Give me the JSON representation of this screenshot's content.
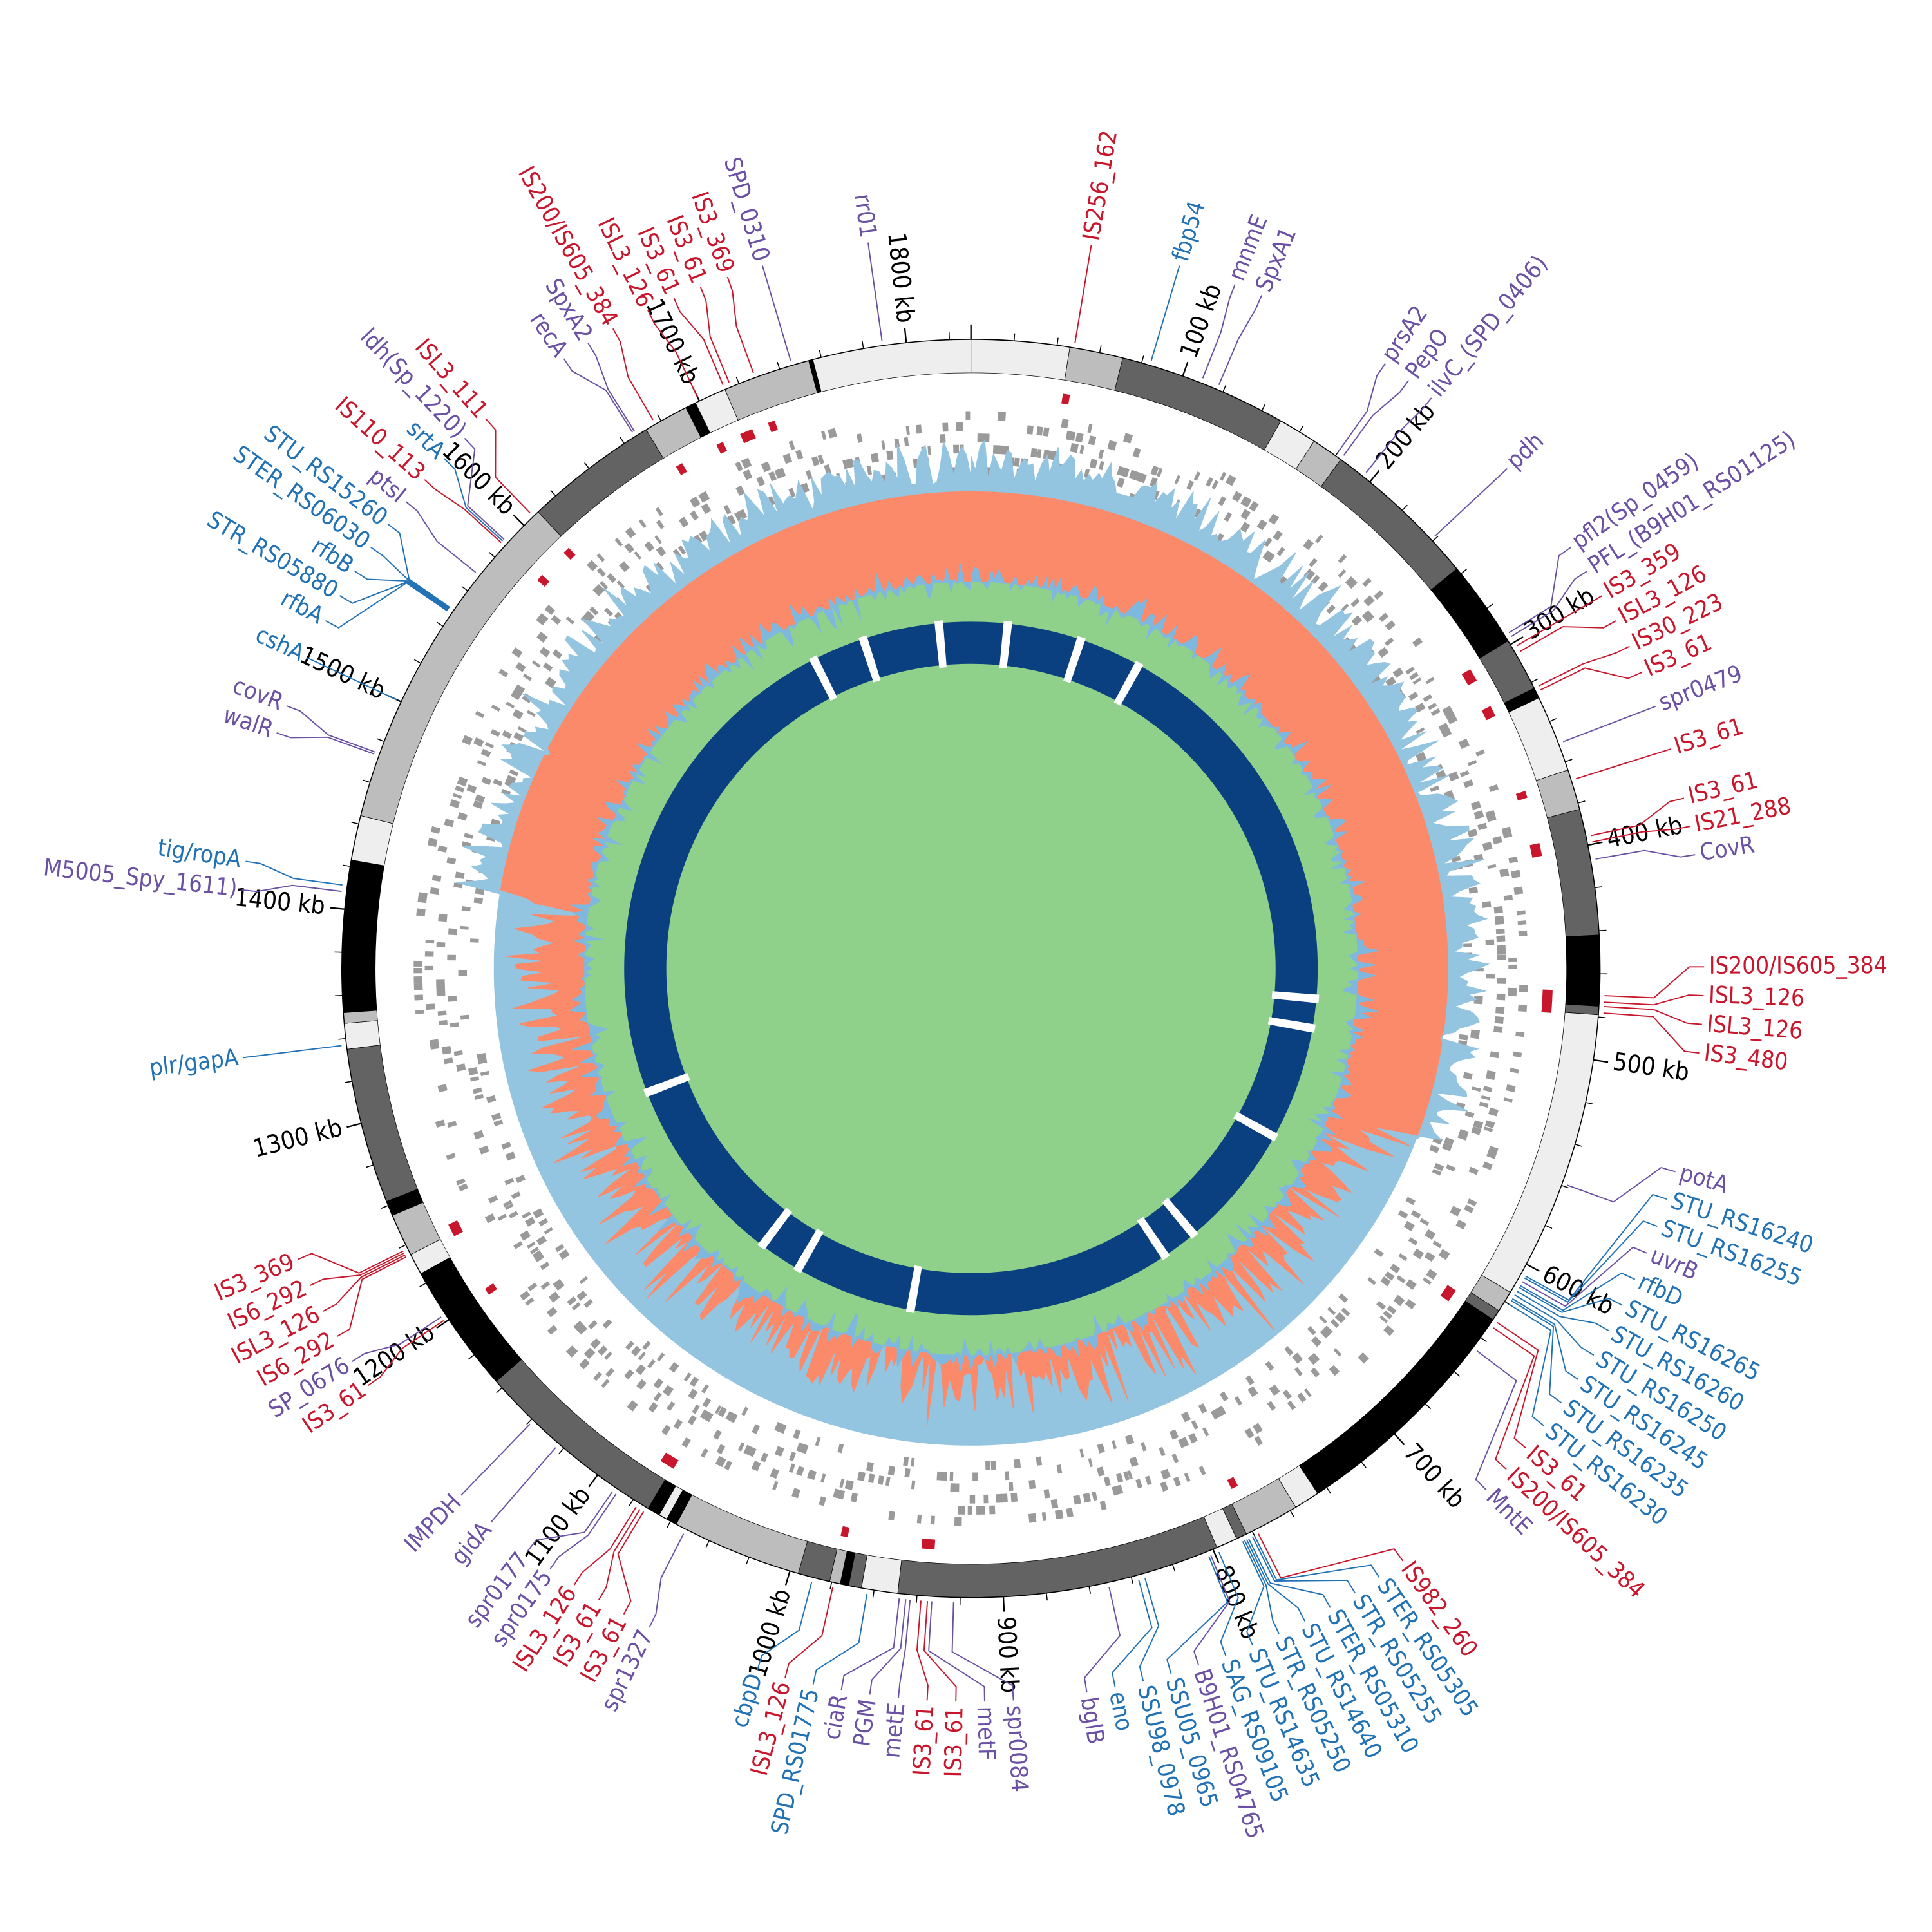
{
  "genome_length_kb": 1830,
  "colors": {
    "mobile_element": "#c8172c",
    "gene_blue": "#2171b5",
    "gene_purple": "#6a51a3",
    "ideogram_light": "#eeeeee",
    "ideogram_mid": "#bdbdbd",
    "ideogram_dark": "#636363",
    "ideogram_black": "#000000",
    "gene_tiles": "#9a9a9a",
    "skew_positive": "#93c4e0",
    "skew_negative": "#fb8a6a",
    "content_positive": "#8fd08a",
    "content_negative": "#7fb8de",
    "inner_ring": "#0a3f80"
  },
  "ticks": [
    {
      "kb": 100,
      "label": "100 kb"
    },
    {
      "kb": 200,
      "label": "200 kb"
    },
    {
      "kb": 300,
      "label": "300 kb"
    },
    {
      "kb": 400,
      "label": "400 kb"
    },
    {
      "kb": 500,
      "label": "500 kb"
    },
    {
      "kb": 600,
      "label": "600 kb"
    },
    {
      "kb": 700,
      "label": "700 kb"
    },
    {
      "kb": 800,
      "label": "800 kb"
    },
    {
      "kb": 900,
      "label": "900 kb"
    },
    {
      "kb": 1000,
      "label": "1000 kb"
    },
    {
      "kb": 1100,
      "label": "1100 kb"
    },
    {
      "kb": 1200,
      "label": "1200 kb"
    },
    {
      "kb": 1300,
      "label": "1300 kb"
    },
    {
      "kb": 1400,
      "label": "1400 kb"
    },
    {
      "kb": 1500,
      "label": "1500 kb"
    },
    {
      "kb": 1600,
      "label": "1600 kb"
    },
    {
      "kb": 1700,
      "label": "1700 kb"
    },
    {
      "kb": 1800,
      "label": "1800 kb"
    }
  ],
  "ideogram_segments": [
    [
      0,
      46,
      "light"
    ],
    [
      46,
      71,
      "mid"
    ],
    [
      71,
      150,
      "dark"
    ],
    [
      150,
      168,
      "light"
    ],
    [
      168,
      183,
      "mid"
    ],
    [
      183,
      257,
      "dark"
    ],
    [
      257,
      298,
      "black"
    ],
    [
      298,
      323,
      "dark"
    ],
    [
      323,
      328,
      "black"
    ],
    [
      328,
      364,
      "light"
    ],
    [
      364,
      383,
      "mid"
    ],
    [
      383,
      442,
      "dark"
    ],
    [
      442,
      475,
      "black"
    ],
    [
      475,
      479,
      "dark"
    ],
    [
      479,
      615,
      "light"
    ],
    [
      615,
      625,
      "mid"
    ],
    [
      625,
      630,
      "dark"
    ],
    [
      630,
      745,
      "black"
    ],
    [
      745,
      757,
      "light"
    ],
    [
      757,
      783,
      "mid"
    ],
    [
      783,
      788,
      "dark"
    ],
    [
      788,
      798,
      "light"
    ],
    [
      798,
      949,
      "dark"
    ],
    [
      949,
      966,
      "light"
    ],
    [
      966,
      972,
      "dark"
    ],
    [
      972,
      976,
      "black"
    ],
    [
      976,
      981,
      "mid"
    ],
    [
      981,
      996,
      "dark"
    ],
    [
      996,
      1057,
      "mid"
    ],
    [
      1057,
      1062,
      "black"
    ],
    [
      1062,
      1066,
      "light"
    ],
    [
      1066,
      1072,
      "black"
    ],
    [
      1072,
      1164,
      "dark"
    ],
    [
      1164,
      1225,
      "black"
    ],
    [
      1225,
      1235,
      "light"
    ],
    [
      1235,
      1255,
      "mid"
    ],
    [
      1255,
      1262,
      "black"
    ],
    [
      1262,
      1335,
      "dark"
    ],
    [
      1335,
      1347,
      "light"
    ],
    [
      1347,
      1352,
      "mid"
    ],
    [
      1352,
      1423,
      "black"
    ],
    [
      1423,
      1444,
      "light"
    ],
    [
      1444,
      1609,
      "mid"
    ],
    [
      1609,
      1672,
      "dark"
    ],
    [
      1672,
      1693,
      "mid"
    ],
    [
      1693,
      1698,
      "black"
    ],
    [
      1698,
      1713,
      "light"
    ],
    [
      1713,
      1754,
      "mid"
    ],
    [
      1754,
      1756,
      "black"
    ],
    [
      1756,
      1830,
      "light"
    ]
  ],
  "inner_ring_gaps_kb": [
    1803,
    31,
    94,
    147,
    483,
    508,
    605,
    712,
    742,
    966,
    1067,
    1103,
    1266,
    1693,
    1738
  ],
  "labels": [
    {
      "text": "IS256_162",
      "kb": 48,
      "type": "mobile_element"
    },
    {
      "text": "fbp54",
      "kb": 84,
      "type": "gene_blue"
    },
    {
      "text": "mnmE",
      "kb": 109,
      "type": "gene_purple"
    },
    {
      "text": "SpxA1",
      "kb": 117,
      "type": "gene_purple"
    },
    {
      "text": "prsA2",
      "kb": 180,
      "type": "gene_purple"
    },
    {
      "text": "PepO",
      "kb": 183,
      "type": "gene_purple"
    },
    {
      "text": "ilvC_(SPD_0406)",
      "kb": 196,
      "type": "gene_purple"
    },
    {
      "text": "pdh",
      "kb": 239,
      "type": "gene_purple"
    },
    {
      "text": "pfl2(Sp_0459)",
      "kb": 295,
      "type": "gene_purple"
    },
    {
      "text": "PFL_(B9H01_RS01125)",
      "kb": 297,
      "type": "gene_purple"
    },
    {
      "text": "IS3_359",
      "kb": 302,
      "type": "mobile_element"
    },
    {
      "text": "ISL3_126",
      "kb": 305,
      "type": "mobile_element"
    },
    {
      "text": "IS30_223",
      "kb": 323,
      "type": "mobile_element"
    },
    {
      "text": "IS3_61",
      "kb": 325,
      "type": "mobile_element"
    },
    {
      "text": "spr0479",
      "kb": 351,
      "type": "gene_purple"
    },
    {
      "text": "IS3_61",
      "kb": 369,
      "type": "mobile_element"
    },
    {
      "text": "IS3_61",
      "kb": 396,
      "type": "mobile_element"
    },
    {
      "text": "IS21_288",
      "kb": 399,
      "type": "mobile_element"
    },
    {
      "text": "CovR",
      "kb": 407,
      "type": "gene_purple"
    },
    {
      "text": "IS200/IS605_384",
      "kb": 470,
      "type": "mobile_element"
    },
    {
      "text": "ISL3_126",
      "kb": 473,
      "type": "mobile_element"
    },
    {
      "text": "ISL3_126",
      "kb": 475,
      "type": "mobile_element"
    },
    {
      "text": "IS3_480",
      "kb": 478,
      "type": "mobile_element"
    },
    {
      "text": "potA",
      "kb": 559,
      "type": "gene_purple"
    },
    {
      "text": "STU_RS16240",
      "kb": 605,
      "type": "gene_blue"
    },
    {
      "text": "STU_RS16255",
      "kb": 606,
      "type": "gene_blue"
    },
    {
      "text": "uvrB",
      "kb": 608,
      "type": "gene_purple"
    },
    {
      "text": "rfbD",
      "kb": 610,
      "type": "gene_blue"
    },
    {
      "text": "STU_RS16265",
      "kb": 611,
      "type": "gene_blue"
    },
    {
      "text": "STU_RS16260",
      "kb": 613,
      "type": "gene_blue"
    },
    {
      "text": "STU_RS16250",
      "kb": 615,
      "type": "gene_blue"
    },
    {
      "text": "STU_RS16245",
      "kb": 617,
      "type": "gene_blue"
    },
    {
      "text": "STU_RS16235",
      "kb": 618,
      "type": "gene_blue"
    },
    {
      "text": "STU_RS16230",
      "kb": 620,
      "type": "gene_blue"
    },
    {
      "text": "IS3_61",
      "kb": 630,
      "type": "mobile_element"
    },
    {
      "text": "IS200/IS605_384",
      "kb": 633,
      "type": "mobile_element"
    },
    {
      "text": "MntE",
      "kb": 646,
      "type": "gene_purple"
    },
    {
      "text": "IS982_260",
      "kb": 778,
      "type": "mobile_element"
    },
    {
      "text": "STER_RS05305",
      "kb": 780,
      "type": "gene_blue"
    },
    {
      "text": "STR_RS05255",
      "kb": 781,
      "type": "gene_blue"
    },
    {
      "text": "STER_RS05310",
      "kb": 783,
      "type": "gene_blue"
    },
    {
      "text": "STU_RS14640",
      "kb": 784,
      "type": "gene_blue"
    },
    {
      "text": "STR_RS05250",
      "kb": 785,
      "type": "gene_blue"
    },
    {
      "text": "STU_RS14635",
      "kb": 786,
      "type": "gene_blue"
    },
    {
      "text": "SAG_RS09105",
      "kb": 798,
      "type": "gene_blue"
    },
    {
      "text": "B9H01_RS04765",
      "kb": 802,
      "type": "gene_purple"
    },
    {
      "text": "SSU05_0965",
      "kb": 803,
      "type": "gene_blue"
    },
    {
      "text": "SSU98_0978",
      "kb": 834,
      "type": "gene_blue"
    },
    {
      "text": "eno",
      "kb": 837,
      "type": "gene_blue"
    },
    {
      "text": "bglB",
      "kb": 851,
      "type": "gene_purple"
    },
    {
      "text": "spr0084",
      "kb": 923,
      "type": "gene_purple"
    },
    {
      "text": "metF",
      "kb": 933,
      "type": "gene_purple"
    },
    {
      "text": "IS3_61",
      "kb": 935,
      "type": "mobile_element"
    },
    {
      "text": "IS3_61",
      "kb": 938,
      "type": "mobile_element"
    },
    {
      "text": "metE",
      "kb": 943,
      "type": "gene_purple"
    },
    {
      "text": "PGM",
      "kb": 945,
      "type": "gene_purple"
    },
    {
      "text": "ciaR",
      "kb": 948,
      "type": "gene_purple"
    },
    {
      "text": "SPD_RS01775",
      "kb": 963,
      "type": "gene_blue"
    },
    {
      "text": "ISL3_126",
      "kb": 979,
      "type": "mobile_element"
    },
    {
      "text": "cbpD",
      "kb": 989,
      "type": "gene_blue"
    },
    {
      "text": "spr1327",
      "kb": 1052,
      "type": "gene_purple"
    },
    {
      "text": "IS3_61",
      "kb": 1073,
      "type": "mobile_element"
    },
    {
      "text": "IS3_61",
      "kb": 1075,
      "type": "mobile_element"
    },
    {
      "text": "ISL3_126",
      "kb": 1077,
      "type": "mobile_element"
    },
    {
      "text": "spr0175",
      "kb": 1088,
      "type": "gene_purple"
    },
    {
      "text": "spr0177",
      "kb": 1090,
      "type": "gene_purple"
    },
    {
      "text": "gidA",
      "kb": 1123,
      "type": "gene_purple"
    },
    {
      "text": "IMPDH",
      "kb": 1139,
      "type": "gene_purple"
    },
    {
      "text": "IS3_61",
      "kb": 1201,
      "type": "mobile_element"
    },
    {
      "text": "SP_0676",
      "kb": 1203,
      "type": "gene_purple"
    },
    {
      "text": "IS6_292",
      "kb": 1235,
      "type": "mobile_element"
    },
    {
      "text": "ISL3_126",
      "kb": 1236,
      "type": "mobile_element"
    },
    {
      "text": "IS6_292",
      "kb": 1237,
      "type": "mobile_element"
    },
    {
      "text": "IS3_369",
      "kb": 1238,
      "type": "mobile_element"
    },
    {
      "text": "plr/gapA",
      "kb": 1337,
      "type": "gene_blue"
    },
    {
      "text": "M5005_Spy_1611)",
      "kb": 1408,
      "type": "gene_purple"
    },
    {
      "text": "tig/ropA",
      "kb": 1411,
      "type": "gene_blue"
    },
    {
      "text": "walR",
      "kb": 1473,
      "type": "gene_purple"
    },
    {
      "text": "covR",
      "kb": 1474,
      "type": "gene_purple"
    },
    {
      "text": "cshA",
      "kb": 1500,
      "type": "gene_blue"
    },
    {
      "text": "rfbA",
      "kb": 1547,
      "type": "gene_blue"
    },
    {
      "text": "STR_RS05880",
      "kb": 1547.5,
      "type": "gene_blue"
    },
    {
      "text": "rfbB",
      "kb": 1548,
      "type": "gene_blue"
    },
    {
      "text": "STER_RS06030",
      "kb": 1548.5,
      "type": "gene_blue"
    },
    {
      "text": "STU_RS15260",
      "kb": 1549,
      "type": "gene_blue"
    },
    {
      "text": "ptsI",
      "kb": 1569,
      "type": "gene_purple"
    },
    {
      "text": "IS110_113",
      "kb": 1587,
      "type": "mobile_element"
    },
    {
      "text": "srtA",
      "kb": 1588,
      "type": "gene_blue"
    },
    {
      "text": "ldh(Sp_1220)",
      "kb": 1589,
      "type": "gene_purple"
    },
    {
      "text": "ISL3_111",
      "kb": 1606,
      "type": "mobile_element"
    },
    {
      "text": "recA",
      "kb": 1666,
      "type": "gene_purple"
    },
    {
      "text": "SpxA2",
      "kb": 1667,
      "type": "gene_purple"
    },
    {
      "text": "IS200/IS605_384",
      "kb": 1677,
      "type": "mobile_element"
    },
    {
      "text": "ISL3_126",
      "kb": 1700,
      "type": "mobile_element"
    },
    {
      "text": "IS3_61",
      "kb": 1713,
      "type": "mobile_element"
    },
    {
      "text": "IS3_61",
      "kb": 1716,
      "type": "mobile_element"
    },
    {
      "text": "IS3_369",
      "kb": 1728,
      "type": "mobile_element"
    },
    {
      "text": "SPD_0310",
      "kb": 1746,
      "type": "gene_purple"
    },
    {
      "text": "rr01",
      "kb": 1789,
      "type": "gene_purple"
    }
  ]
}
